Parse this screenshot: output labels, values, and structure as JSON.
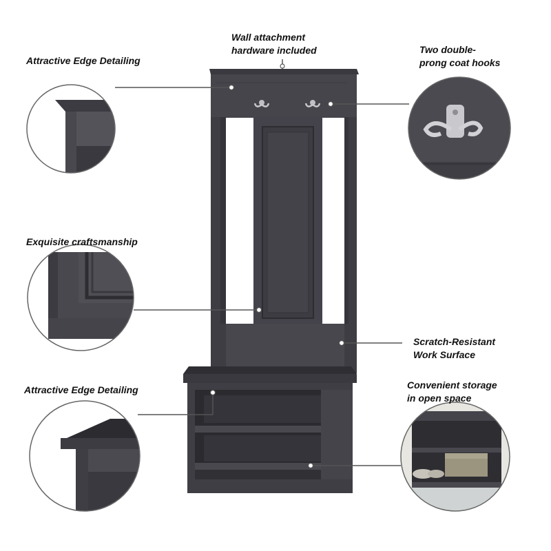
{
  "callouts": {
    "wall_attachment": "Wall attachment\nhardware included",
    "edge_top": "Attractive Edge Detailing",
    "hooks": "Two double-\nprong coat hooks",
    "craftsmanship": "Exquisite craftsmanship",
    "scratch": "Scratch-Resistant\nWork Surface",
    "edge_bottom": "Attractive Edge Detailing",
    "storage": "Convenient storage\nin open space"
  },
  "colors": {
    "wood": "#45434a",
    "wood_dark": "#2a292e",
    "wood_light": "#55535a",
    "leader": "#555555"
  }
}
